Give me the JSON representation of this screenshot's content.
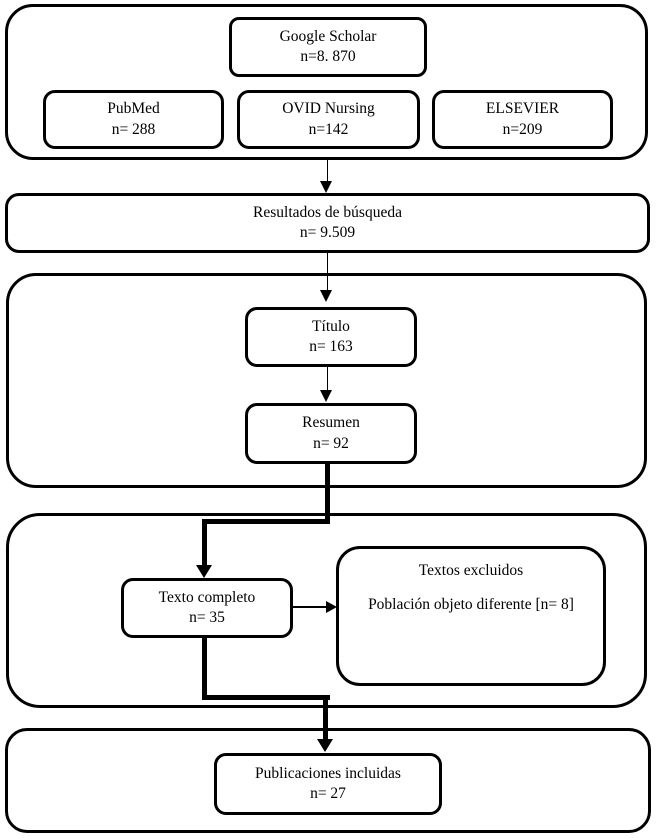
{
  "figure": {
    "type": "flowchart",
    "background": "#ffffff",
    "line_color": "#000000",
    "nodes": {
      "google_scholar": {
        "label": "Google Scholar",
        "count": "n=8. 870"
      },
      "pubmed": {
        "label": "PubMed",
        "count": "n= 288"
      },
      "ovid_nursing": {
        "label": "OVID Nursing",
        "count": "n=142"
      },
      "elsevier": {
        "label": "ELSEVIER",
        "count": "n=209"
      },
      "resultados": {
        "label": "Resultados de búsqueda",
        "count": "n= 9.509"
      },
      "titulo": {
        "label": "Título",
        "count": "n= 163"
      },
      "resumen": {
        "label": "Resumen",
        "count": "n= 92"
      },
      "texto_completo": {
        "label": "Texto completo",
        "count": "n= 35"
      },
      "textos_excluidos": {
        "label": "Textos excluidos",
        "reason": "Población objeto diferente [n= 8]"
      },
      "publicaciones_incluidas": {
        "label": "Publicaciones incluidas",
        "count": "n= 27"
      }
    }
  }
}
